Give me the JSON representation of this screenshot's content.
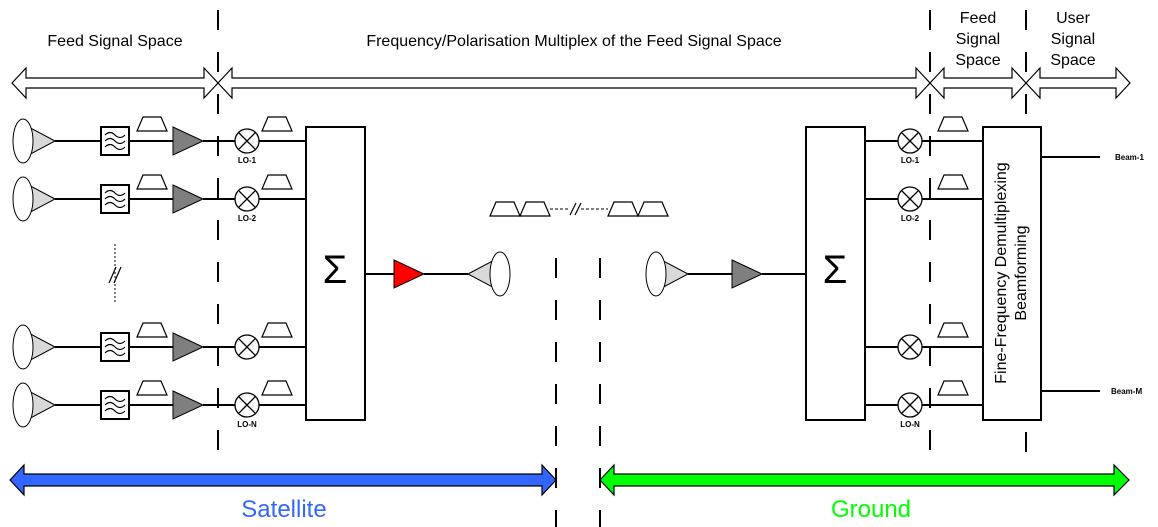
{
  "title": "Satellite / Ground feed-signal multiplexing and beamforming architecture",
  "headers": {
    "feed_signal_space_left": "Feed Signal Space",
    "multiplex": "Frequency/Polarisation Multiplex of the Feed Signal Space",
    "feed_signal_space_right": [
      "Feed",
      "Signal",
      "Space"
    ],
    "user_signal_space": [
      "User",
      "Signal",
      "Space"
    ]
  },
  "satellite": {
    "lo_labels": [
      "LO-1",
      "LO-2",
      "",
      "LO-N"
    ],
    "summer_symbol": "Σ",
    "amplifier_color": "#ff0000",
    "ellipsis": "//"
  },
  "ground": {
    "lo_labels": [
      "LO-1",
      "LO-2",
      "",
      "LO-N"
    ],
    "summer_symbol": "Σ",
    "beamformer_label_line1": "Fine-Frequency Demultiplexing",
    "beamformer_label_line2": "Beamforming",
    "beam_labels": [
      "Beam-1",
      "Beam-M"
    ]
  },
  "spectrum_ellipsis": "//",
  "segments": {
    "satellite": {
      "label": "Satellite",
      "color": "#3366ff"
    },
    "ground": {
      "label": "Ground",
      "color": "#00ff00"
    }
  },
  "colors": {
    "horn_fill": "#d9d9d9",
    "amp_fill": "#7f7f7f",
    "red_amp": "#ff0000",
    "satellite_blue": "#3366ff",
    "ground_green": "#00ff00"
  }
}
